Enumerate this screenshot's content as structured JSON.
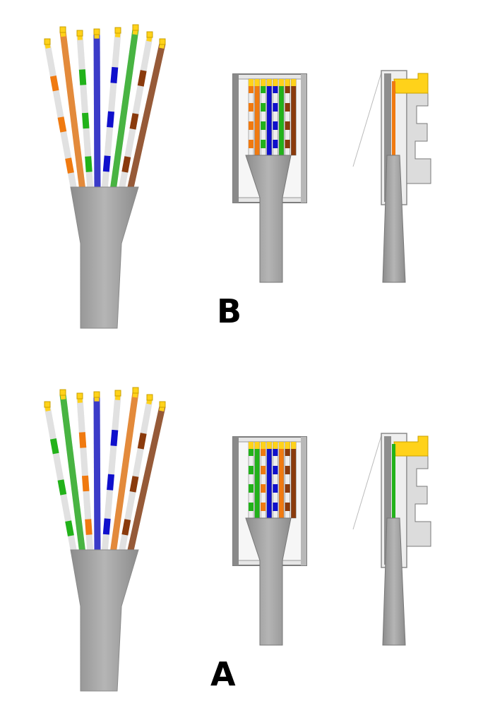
{
  "labels": {
    "b": "B",
    "a": "A"
  },
  "palette": {
    "orange": "#f07a10",
    "green": "#22b21a",
    "blue": "#1010cc",
    "brown": "#8a3a0c",
    "white": "#eeeeee",
    "jacket": "#a9a9a9",
    "gold": "#ffd21a",
    "plug": "#d9d9d9"
  },
  "diagrams": [
    {
      "id": "B",
      "standard_colors": [
        "white-orange",
        "orange",
        "white-green",
        "blue",
        "white-blue",
        "green",
        "white-brown",
        "brown"
      ]
    },
    {
      "id": "A",
      "standard_colors": [
        "white-green",
        "green",
        "white-orange",
        "blue",
        "white-blue",
        "orange",
        "white-brown",
        "brown"
      ]
    }
  ]
}
